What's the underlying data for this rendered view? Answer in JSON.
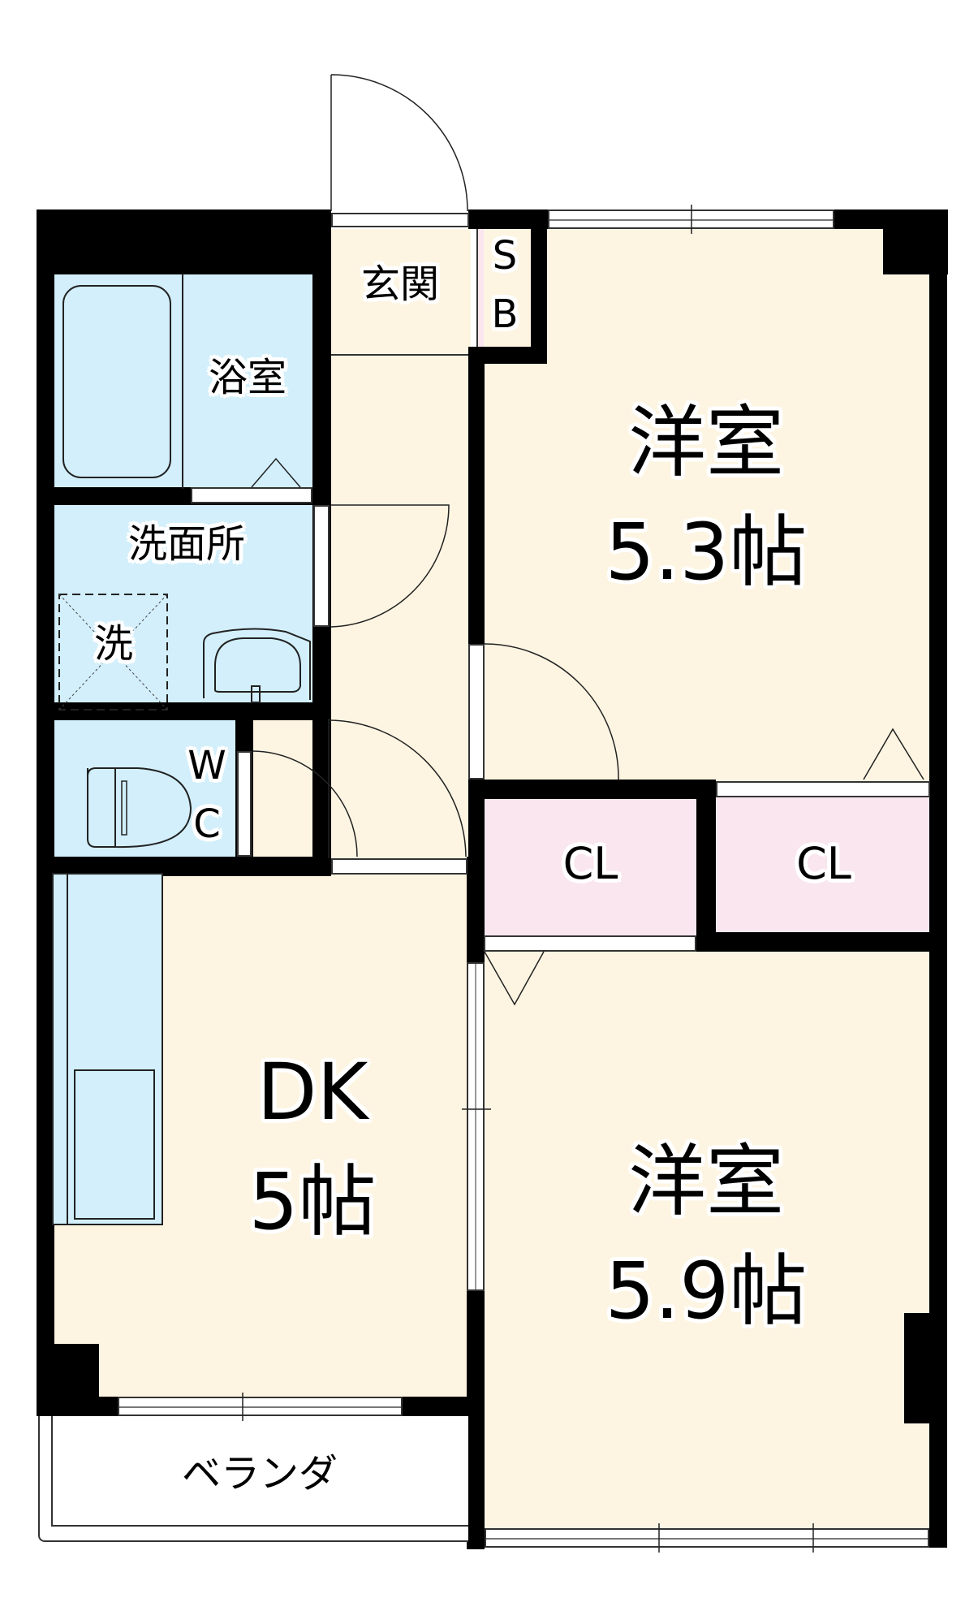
{
  "floor_plan": {
    "rooms": {
      "entrance": {
        "label": "玄関"
      },
      "shoe_box": {
        "label_top": "S",
        "label_bottom": "B"
      },
      "bath": {
        "label": "浴室"
      },
      "washroom": {
        "label": "洗面所",
        "washer_label": "洗"
      },
      "toilet": {
        "label_top": "W",
        "label_bottom": "C"
      },
      "western_room_1": {
        "label": "洋室",
        "size": "5.3帖"
      },
      "closet_1": {
        "label": "CL"
      },
      "closet_2": {
        "label": "CL"
      },
      "dining_kitchen": {
        "label": "DK",
        "size": "5帖"
      },
      "western_room_2": {
        "label": "洋室",
        "size": "5.9帖"
      },
      "veranda": {
        "label": "ベランダ"
      }
    },
    "colors": {
      "wall": "#000000",
      "floor": "#fdf5e2",
      "wet_area": "#d2effb",
      "storage": "#fae6ef",
      "background": "#ffffff"
    }
  }
}
